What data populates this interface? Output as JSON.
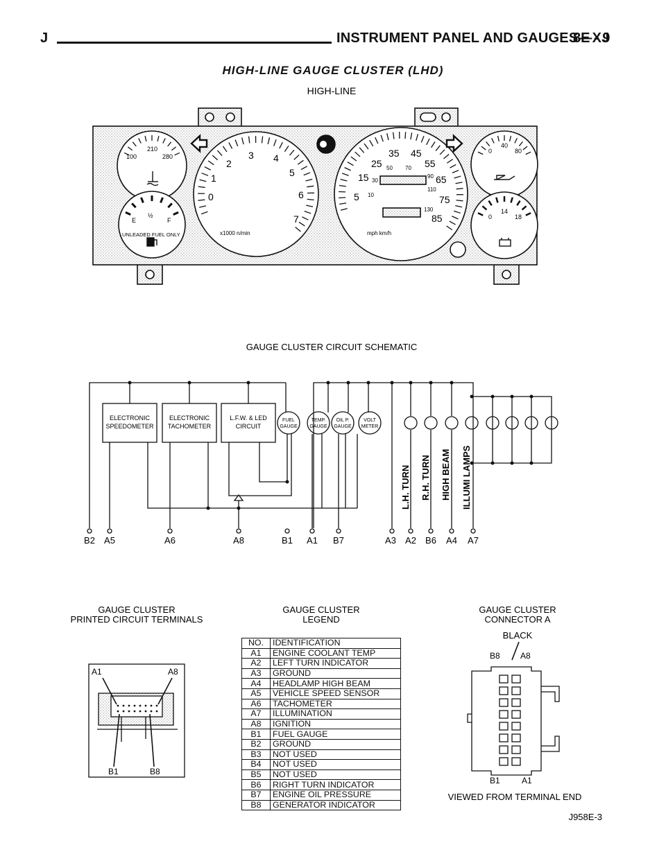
{
  "header": {
    "letter": "J",
    "title": "INSTRUMENT PANEL AND GAUGES—XJ",
    "page": "8E - 9"
  },
  "figure_title": "HIGH-LINE GAUGE CLUSTER (LHD)",
  "cluster": {
    "label": "HIGH-LINE",
    "temp_gauge": {
      "marks": [
        "100",
        "210",
        "280"
      ]
    },
    "fuel_gauge": {
      "marks": [
        "E",
        "½",
        "F"
      ],
      "text": "UNLEADED  FUEL ONLY"
    },
    "tachometer": {
      "marks": [
        "0",
        "1",
        "2",
        "3",
        "4",
        "5",
        "6",
        "7"
      ],
      "unit": "x1000 n/min"
    },
    "speedometer": {
      "mph": [
        "5",
        "15",
        "25",
        "35",
        "45",
        "55",
        "65",
        "75",
        "85"
      ],
      "kmh": [
        "10",
        "30",
        "50",
        "70",
        "90",
        "110",
        "130"
      ],
      "unit": "mph km/h"
    },
    "oil_gauge": {
      "marks": [
        "0",
        "40",
        "80"
      ]
    },
    "volt_gauge": {
      "marks": [
        "0",
        "14",
        "18"
      ]
    }
  },
  "schematic": {
    "title": "GAUGE CLUSTER CIRCUIT SCHEMATIC",
    "modules": [
      {
        "line1": "ELECTRONIC",
        "line2": "SPEEDOMETER"
      },
      {
        "line1": "ELECTRONIC",
        "line2": "TACHOMETER"
      },
      {
        "line1": "L.F.W. & LED",
        "line2": "CIRCUIT"
      }
    ],
    "gauges": [
      {
        "line1": "FUEL",
        "line2": "GAUGE"
      },
      {
        "line1": "TEMP.",
        "line2": "GAUGE"
      },
      {
        "line1": "OIL P.",
        "line2": "GAUGE"
      },
      {
        "line1": "VOLT",
        "line2": "METER"
      }
    ],
    "lamp_labels": [
      "L.H. TURN",
      "R.H. TURN",
      "HIGH BEAM",
      "ILLUMI LAMPS"
    ],
    "terminals": [
      "B2",
      "A5",
      "A6",
      "A8",
      "B1",
      "A1",
      "B7",
      "A3",
      "A2",
      "B6",
      "A4",
      "A7"
    ]
  },
  "pcb": {
    "title_line1": "GAUGE CLUSTER",
    "title_line2": "PRINTED CIRCUIT TERMINALS",
    "labels": [
      "A1",
      "A8",
      "B1",
      "B8"
    ]
  },
  "legend": {
    "title_line1": "GAUGE CLUSTER",
    "title_line2": "LEGEND",
    "headers": [
      "NO.",
      "IDENTIFICATION"
    ],
    "rows": [
      [
        "A1",
        "ENGINE COOLANT TEMP"
      ],
      [
        "A2",
        "LEFT TURN INDICATOR"
      ],
      [
        "A3",
        "GROUND"
      ],
      [
        "A4",
        "HEADLAMP HIGH BEAM"
      ],
      [
        "A5",
        "VEHICLE SPEED SENSOR"
      ],
      [
        "A6",
        "TACHOMETER"
      ],
      [
        "A7",
        "ILLUMINATION"
      ],
      [
        "A8",
        "IGNITION"
      ],
      [
        "B1",
        "FUEL GAUGE"
      ],
      [
        "B2",
        "GROUND"
      ],
      [
        "B3",
        "NOT USED"
      ],
      [
        "B4",
        "NOT USED"
      ],
      [
        "B5",
        "NOT USED"
      ],
      [
        "B6",
        "RIGHT TURN INDICATOR"
      ],
      [
        "B7",
        "ENGINE OIL PRESSURE"
      ],
      [
        "B8",
        "GENERATOR INDICATOR"
      ]
    ]
  },
  "connector": {
    "title_line1": "GAUGE CLUSTER",
    "title_line2": "CONNECTOR A",
    "color_label": "BLACK",
    "labels": [
      "B8",
      "A8",
      "B1",
      "A1"
    ],
    "caption": "VIEWED FROM TERMINAL END"
  },
  "figure_code": "J958E-3"
}
